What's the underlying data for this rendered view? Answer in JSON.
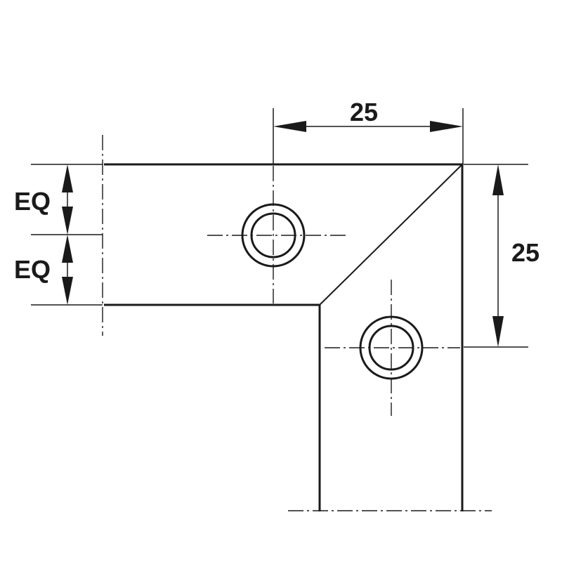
{
  "drawing": {
    "labels": {
      "top_dimension": "25",
      "right_dimension": "25",
      "eq_upper": "EQ",
      "eq_lower": "EQ"
    },
    "colors": {
      "line": "#1a1a1a",
      "background": "#ffffff"
    }
  }
}
